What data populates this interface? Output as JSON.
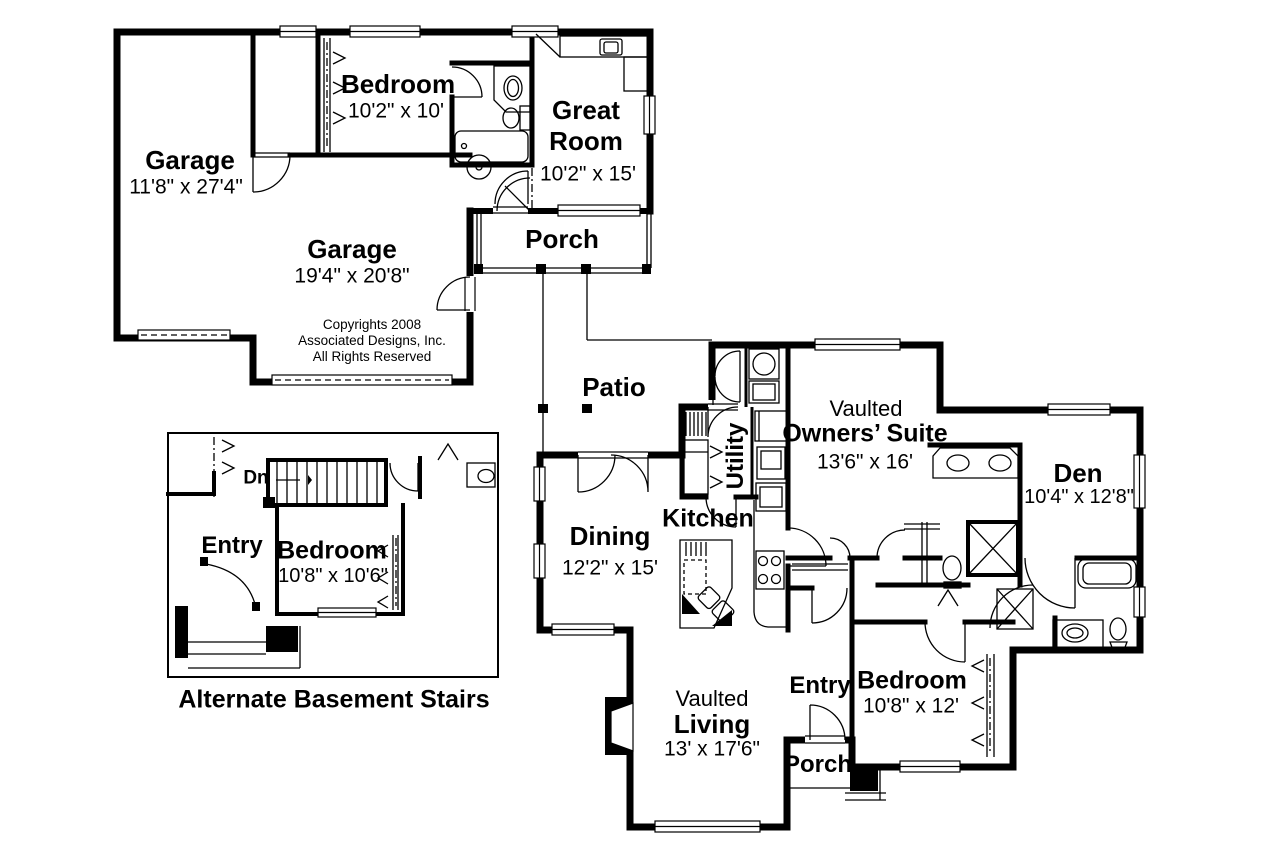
{
  "colors": {
    "ink": "#000000",
    "paper": "#ffffff"
  },
  "rooms": {
    "garage_left": {
      "name": "Garage",
      "dims": "11'8\" x 27'4\""
    },
    "garage_main": {
      "name": "Garage",
      "dims": "19'4\" x 20'8\""
    },
    "bedroom_apt": {
      "name": "Bedroom",
      "dims": "10'2\" x 10'"
    },
    "great_room": {
      "line1": "Great",
      "line2": "Room",
      "dims": "10'2\" x 15'"
    },
    "porch_upper": {
      "name": "Porch"
    },
    "patio": {
      "name": "Patio"
    },
    "utility": {
      "name": "Utility"
    },
    "kitchen": {
      "name": "Kitchen"
    },
    "dining": {
      "name": "Dining",
      "dims": "12'2\" x 15'"
    },
    "owners_suite": {
      "prefix": "Vaulted",
      "name": "Owners’ Suite",
      "dims": "13'6\" x 16'"
    },
    "den": {
      "name": "Den",
      "dims": "10'4\" x 12'8\""
    },
    "living": {
      "prefix": "Vaulted",
      "name": "Living",
      "dims": "13' x 17'6\""
    },
    "entry": {
      "name": "Entry"
    },
    "bedroom_main": {
      "name": "Bedroom",
      "dims": "10'8\" x 12'"
    },
    "porch_front": {
      "name": "Porch"
    }
  },
  "basement_inset": {
    "caption": "Alternate Basement Stairs",
    "dn": "Dn",
    "entry": "Entry",
    "bedroom": {
      "name": "Bedroom",
      "dims": "10'8\" x 10'6\""
    }
  },
  "copyright": [
    "Copyrights 2008",
    "Associated Designs, Inc.",
    "All Rights Reserved"
  ]
}
